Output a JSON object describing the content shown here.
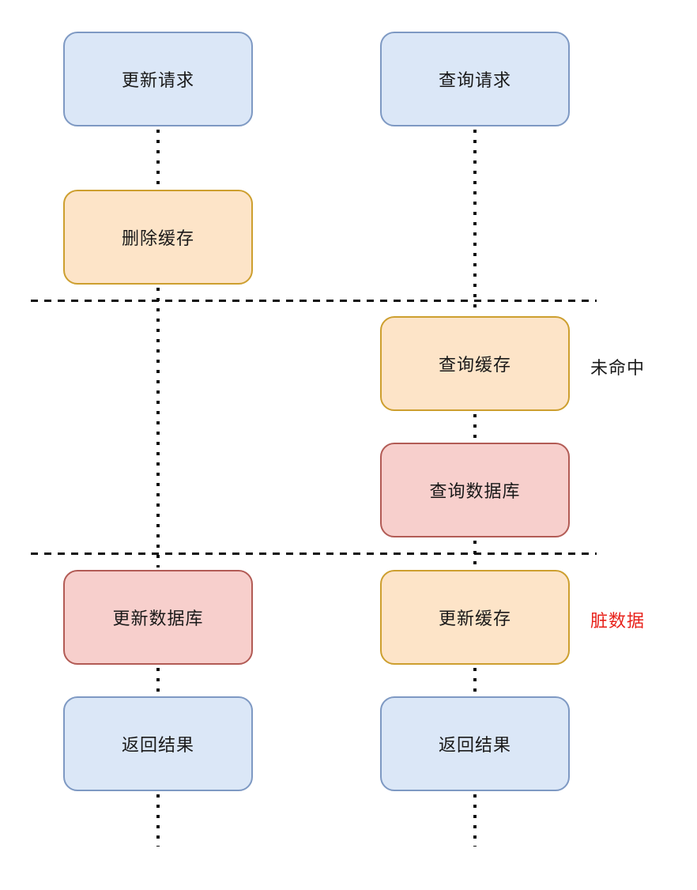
{
  "diagram": {
    "description": "cache-update-vs-query-flow"
  },
  "nodes": {
    "update_request": {
      "label": "更新请求"
    },
    "query_request": {
      "label": "查询请求"
    },
    "delete_cache": {
      "label": "删除缓存"
    },
    "query_cache": {
      "label": "查询缓存"
    },
    "query_database": {
      "label": "查询数据库"
    },
    "update_database": {
      "label": "更新数据库"
    },
    "update_cache": {
      "label": "更新缓存"
    },
    "return_result_left": {
      "label": "返回结果"
    },
    "return_result_right": {
      "label": "返回结果"
    }
  },
  "annotations": {
    "cache_miss": {
      "label": "未命中",
      "color": "#1a1a1a"
    },
    "dirty_data": {
      "label": "脏数据",
      "color": "#e8211a"
    }
  },
  "colors": {
    "blue_fill": "#dbe7f7",
    "blue_border": "#7e99c3",
    "orange_fill": "#fde4c8",
    "orange_border": "#cd9f2f",
    "red_fill": "#f7cfcc",
    "red_border": "#b25b55",
    "line": "#111111",
    "text": "#191919"
  }
}
